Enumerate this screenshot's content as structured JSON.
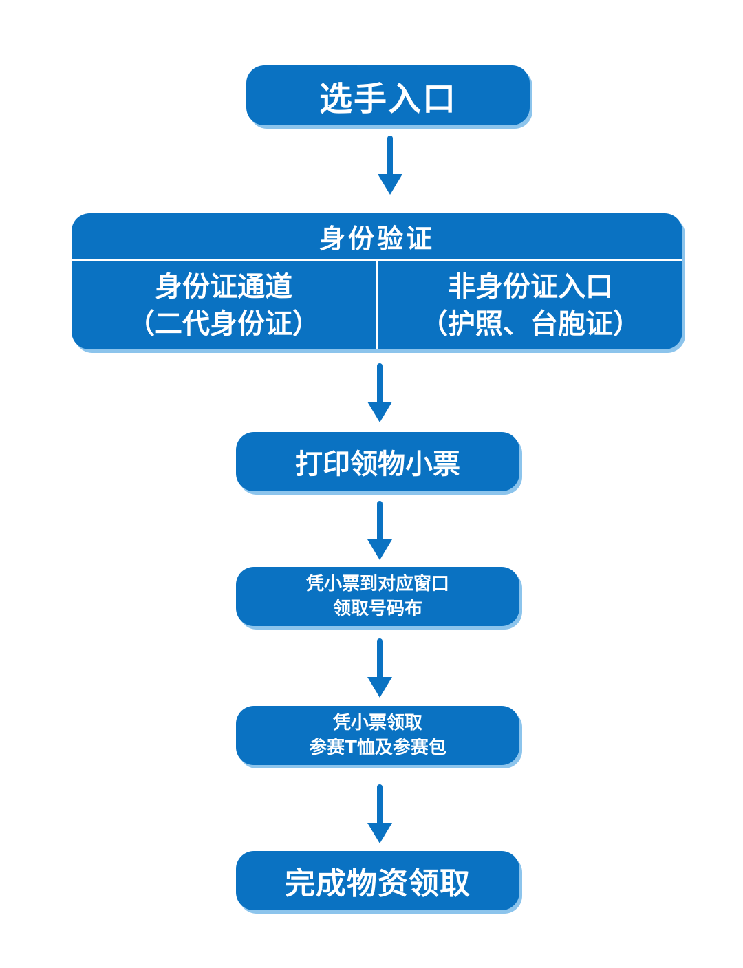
{
  "flowchart": {
    "start": "选手入口",
    "verification": {
      "title": "身份验证",
      "left": {
        "line1": "身份证通道",
        "line2": "（二代身份证）"
      },
      "right": {
        "line1": "非身份证入口",
        "line2": "（护照、台胞证）"
      }
    },
    "step_print": "打印领物小票",
    "step_bib": {
      "line1": "凭小票到对应窗口",
      "line2": "领取号码布"
    },
    "step_shirt": {
      "line1": "凭小票领取",
      "line2": "参赛T恤及参赛包"
    },
    "end": "完成物资领取"
  },
  "colors": {
    "box": "#0a72c2",
    "shadow": "#8cc4ec",
    "text": "#ffffff"
  }
}
